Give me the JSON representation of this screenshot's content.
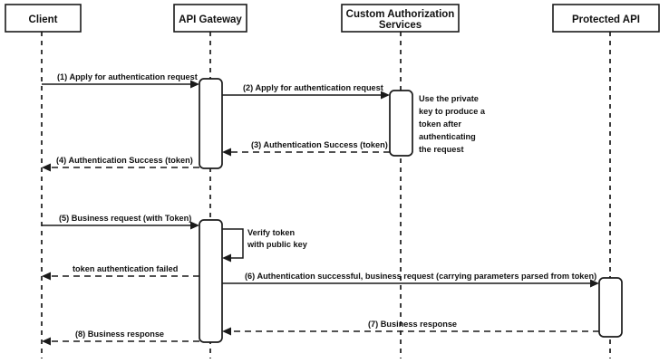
{
  "diagram": {
    "title": "API Gateway token authentication sequence",
    "type": "sequence-diagram",
    "background_color": "#ffffff",
    "line_color": "#1a1a1a",
    "participants": [
      {
        "id": "client",
        "label": "Client"
      },
      {
        "id": "api-gateway",
        "label": "API Gateway"
      },
      {
        "id": "custom-authorization-services",
        "label": "Custom Authorization"
      },
      {
        "id": "custom-authorization-services-line2",
        "label": "Services"
      },
      {
        "id": "protected-api",
        "label": "Protected API"
      }
    ],
    "messages": [
      {
        "id": "msg-1",
        "label": "(1) Apply for authentication request",
        "from": "client",
        "to": "api-gateway",
        "style": "solid"
      },
      {
        "id": "msg-2",
        "label": "(2) Apply for authentication request",
        "from": "api-gateway",
        "to": "custom-authorization-services",
        "style": "solid"
      },
      {
        "id": "msg-3",
        "label": "(3) Authentication Success (token)",
        "from": "custom-authorization-services",
        "to": "api-gateway",
        "style": "dashed"
      },
      {
        "id": "msg-4",
        "label": "(4) Authentication Success (token)",
        "from": "api-gateway",
        "to": "client",
        "style": "dashed"
      },
      {
        "id": "msg-5",
        "label": "(5) Business request (with Token)",
        "from": "client",
        "to": "api-gateway",
        "style": "solid"
      },
      {
        "id": "msg-self-verify",
        "label": "Verify token",
        "from": "api-gateway",
        "to": "api-gateway",
        "style": "solid"
      },
      {
        "id": "msg-self-verify-line2",
        "label": "with public key",
        "from": "api-gateway",
        "to": "api-gateway",
        "style": "solid"
      },
      {
        "id": "msg-token-failed",
        "label": "token authentication failed",
        "from": "api-gateway",
        "to": "client",
        "style": "dashed"
      },
      {
        "id": "msg-6",
        "label": "(6) Authentication successful, business request (carrying parameters parsed from token)",
        "from": "api-gateway",
        "to": "protected-api",
        "style": "solid"
      },
      {
        "id": "msg-7",
        "label": "(7) Business response",
        "from": "protected-api",
        "to": "api-gateway",
        "style": "dashed"
      },
      {
        "id": "msg-8",
        "label": "(8) Business response",
        "from": "api-gateway",
        "to": "client",
        "style": "dashed"
      }
    ],
    "notes": [
      {
        "id": "note-private-key",
        "attached_to": "custom-authorization-services",
        "lines": [
          "Use the private",
          "key to produce a",
          "token after",
          "authenticating",
          "the request"
        ]
      }
    ]
  }
}
